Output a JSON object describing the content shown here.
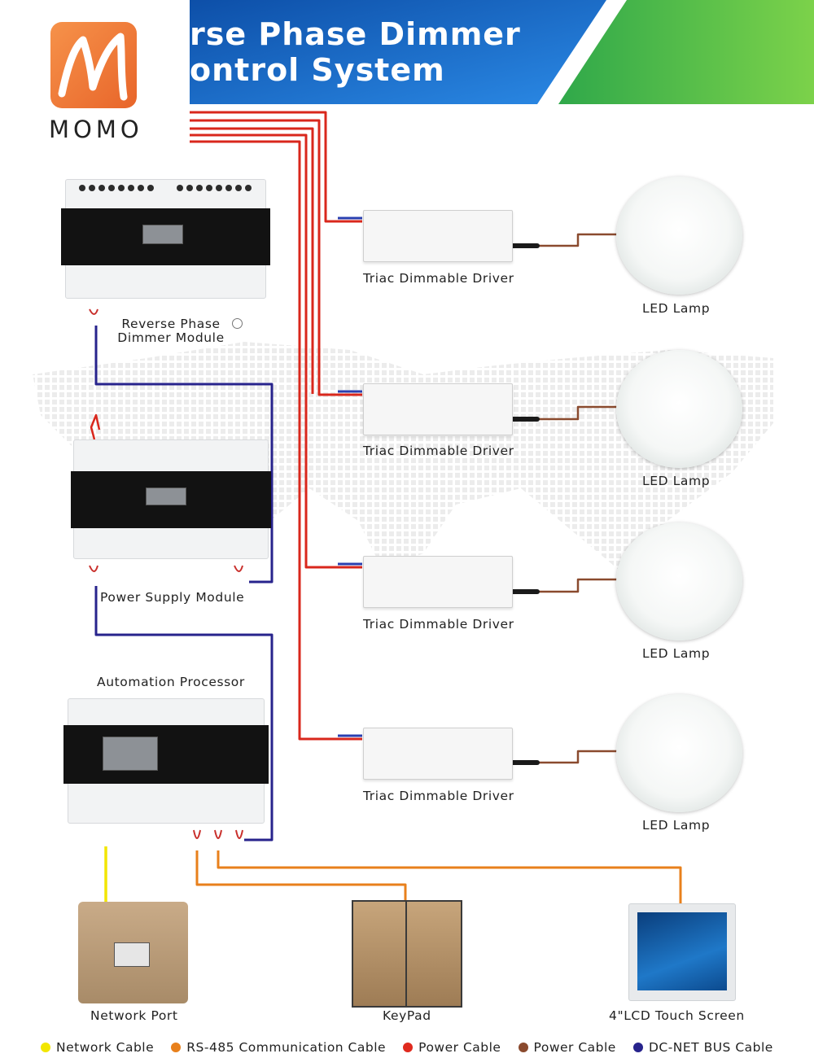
{
  "header": {
    "title_line1": "rse Phase Dimmer",
    "title_line2": "ontrol System",
    "colors": {
      "blue": "#1a6fd0",
      "green": "#38b34a"
    }
  },
  "logo": {
    "icon": "momo-m-logo",
    "wordmark": "MOMO"
  },
  "devices": {
    "dimmer_module": {
      "label_line1": "Reverse Phase",
      "label_line2": "Dimmer Module"
    },
    "power_supply": {
      "label": "Power Supply Module"
    },
    "processor": {
      "label": "Automation Processor"
    },
    "drivers": [
      {
        "label": "Triac Dimmable Driver"
      },
      {
        "label": "Triac Dimmable Driver"
      },
      {
        "label": "Triac Dimmable Driver"
      },
      {
        "label": "Triac Dimmable Driver"
      }
    ],
    "lamps": [
      {
        "label": "LED Lamp"
      },
      {
        "label": "LED Lamp"
      },
      {
        "label": "LED Lamp"
      },
      {
        "label": "LED Lamp"
      }
    ],
    "network_port": {
      "label": "Network Port"
    },
    "keypad": {
      "label": "KeyPad"
    },
    "touch_screen": {
      "label": "4\"LCD Touch Screen"
    }
  },
  "legend": [
    {
      "label": "Network Cable",
      "color": "#f2e600"
    },
    {
      "label": "RS-485 Communication Cable",
      "color": "#e8801c"
    },
    {
      "label": "Power Cable",
      "color": "#e02a1e"
    },
    {
      "label": "Power Cable",
      "color": "#8a4a2e"
    },
    {
      "label": "DC-NET BUS Cable",
      "color": "#27238c"
    }
  ]
}
